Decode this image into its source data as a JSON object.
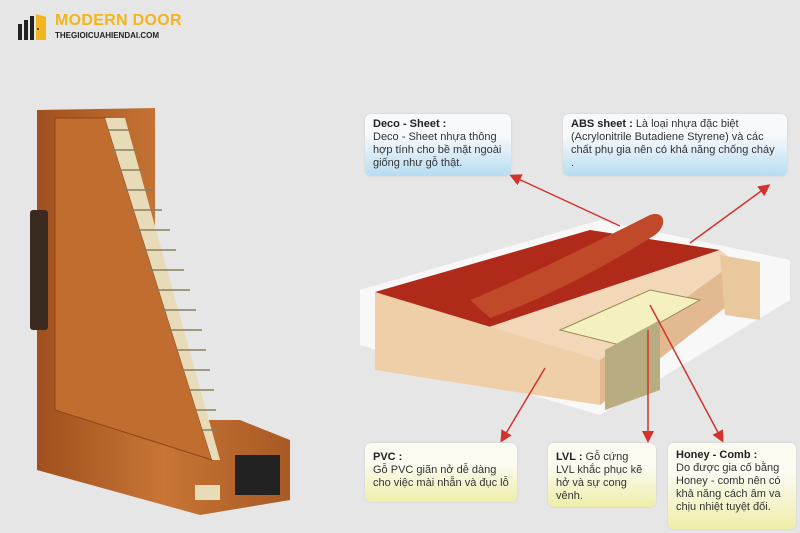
{
  "brand": {
    "name": "MODERN DOOR",
    "website": "THEGIOICUAHIENDAI.COM",
    "color": "#f2b51b"
  },
  "callouts": {
    "deco_sheet": {
      "title": "Deco - Sheet :",
      "text": "Deco - Sheet nhựa thông hợp tính cho bề mặt ngoài giống như gỗ thật."
    },
    "abs_sheet": {
      "title": "ABS sheet :",
      "text": "Là loại nhựa đặc biệt (Acrylonitrile Butadiene Styrene) và các chất phụ gia nên có khả năng chống cháy ."
    },
    "pvc": {
      "title": "PVC :",
      "text": "Gỗ PVC giãn nở dễ dàng cho việc mài nhẵn và đục lỗ"
    },
    "lvl": {
      "title": "LVL :",
      "text": "Gỗ cứng LVL khắc phục kẽ hở và sự cong vênh."
    },
    "honey_comb": {
      "title": "Honey - Comb :",
      "text": "Do được gia cố bằng Honey - comb nên có khả năng cách âm va chịu nhiệt tuyệt đối."
    }
  },
  "colors": {
    "arrow": "#d0342c",
    "wood": "#b8652a",
    "background": "#e6e6e6"
  }
}
